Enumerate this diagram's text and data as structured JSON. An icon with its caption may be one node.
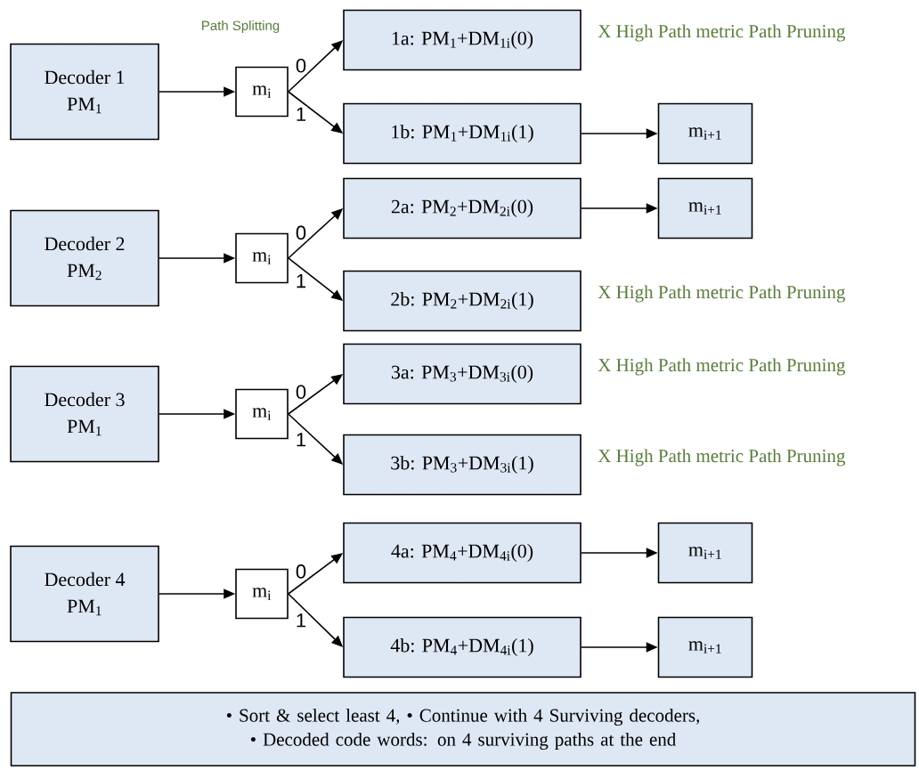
{
  "diagram": {
    "nodes": [
      {
        "text": [
          "Decoder 1",
          "PM$_{1}$"
        ]
      },
      {
        "text": [
          "m$_{i}$"
        ]
      },
      {
        "text": [
          "1a: PM$_{1}$+DM$_{1i}$(0)"
        ],
        "beside": [
          "X High Path metric Path Pruning"
        ]
      },
      {
        "text": [
          "1b: PM$_{1}$+DM$_{1i}$(1)"
        ]
      },
      {
        "text": [
          "m$_{i+1}$"
        ]
      },
      {
        "text": [
          "Decoder 2",
          "PM$_{2}$"
        ]
      },
      {
        "text": [
          "m$_{i}$"
        ]
      },
      {
        "text": [
          "2a: PM$_{2}$+DM$_{2i}$(0)"
        ]
      },
      {
        "text": [
          "m$_{i+1}$"
        ]
      },
      {
        "text": [
          "2b: PM$_{2}$+DM$_{2i}$(1)"
        ],
        "beside": [
          "X High Path metric Path Pruning"
        ]
      },
      {
        "text": [
          "Decoder 3",
          "PM$_{1}$"
        ]
      },
      {
        "text": [
          "m$_{i}$"
        ]
      },
      {
        "text": [
          "3a: PM$_{3}$+DM$_{3i}$(0)"
        ],
        "beside": [
          "X High Path metric Path Pruning"
        ]
      },
      {
        "text": [
          "3b: PM$_{3}$+DM$_{3i}$(1)"
        ],
        "beside": [
          "X High Path metric Path Pruning"
        ]
      },
      {
        "text": [
          "Decoder 4",
          "PM$_{1}$"
        ]
      },
      {
        "text": [
          "m$_{i}$"
        ]
      },
      {
        "text": [
          "4a: PM$_{4}$+DM$_{4i}$(0)"
        ]
      },
      {
        "text": [
          "m$_{i+1}$"
        ]
      },
      {
        "text": [
          "4b: PM$_{4}$+DM$_{4i}$(1)"
        ]
      },
      {
        "text": [
          "m$_{i+1}$"
        ]
      },
      {
        "text": [
          "• Sort & select least 4, • Continue with 4 Surviving decoders, • Decoded code words: on 4 surviving paths at the end"
        ]
      }
    ],
    "edges": [
      {
        "from": 0,
        "to": 1,
        "arrow": "to"
      },
      {
        "from": 1,
        "to": 2,
        "arrow": "to",
        "label": "0"
      },
      {
        "from": 1,
        "to": 3,
        "arrow": "to",
        "label": "1"
      },
      {
        "from": 3,
        "to": 4,
        "arrow": "to"
      },
      {
        "from": 5,
        "to": 6,
        "arrow": "to"
      },
      {
        "from": 6,
        "to": 7,
        "arrow": "to",
        "label": "0"
      },
      {
        "from": 6,
        "to": 9,
        "arrow": "to",
        "label": "1"
      },
      {
        "from": 7,
        "to": 8,
        "arrow": "to"
      },
      {
        "from": 10,
        "to": 11,
        "arrow": "to"
      },
      {
        "from": 11,
        "to": 12,
        "arrow": "to",
        "label": "0"
      },
      {
        "from": 11,
        "to": 13,
        "arrow": "to",
        "label": "1"
      },
      {
        "from": 14,
        "to": 15,
        "arrow": "to"
      },
      {
        "from": 15,
        "to": 16,
        "arrow": "to",
        "label": "0"
      },
      {
        "from": 15,
        "to": 18,
        "arrow": "to",
        "label": "1"
      },
      {
        "from": 16,
        "to": 17,
        "arrow": "to"
      },
      {
        "from": 18,
        "to": 19,
        "arrow": "to"
      }
    ],
    "labels": [
      "Path Splitting"
    ]
  }
}
